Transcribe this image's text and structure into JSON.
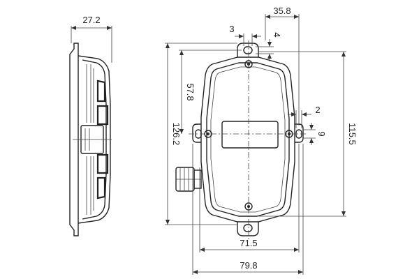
{
  "side_view": {
    "width_label": "27.2"
  },
  "front_view": {
    "dims": {
      "top_offset": "35.8",
      "slot_width": "3",
      "slot_height": "4",
      "upper_height": "57.8",
      "side_slot_width": "2",
      "side_slot_height": "9",
      "height_left": "126.2",
      "height_right": "115.5",
      "inner_width": "71.5",
      "outer_width": "79.8"
    }
  }
}
